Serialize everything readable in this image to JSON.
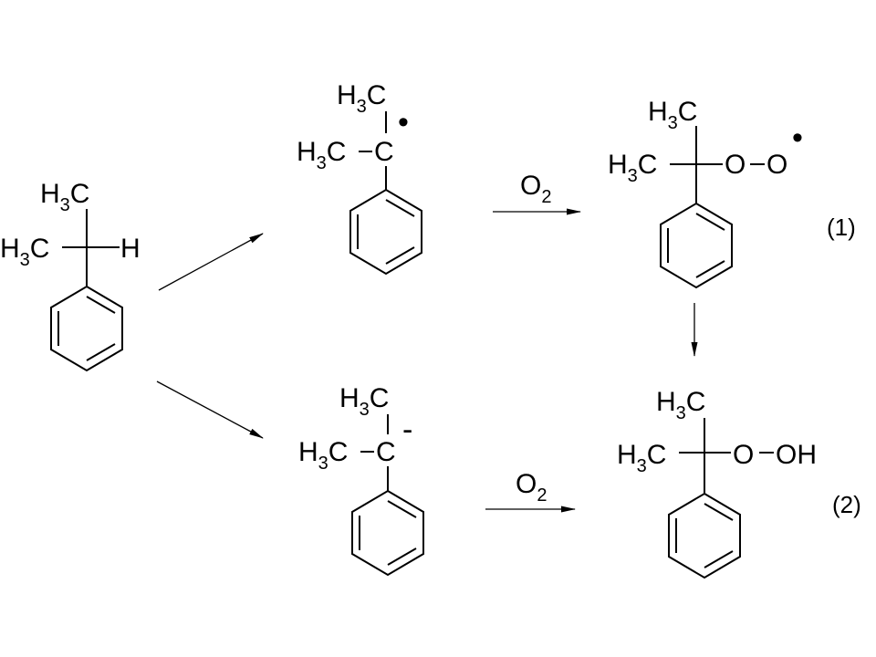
{
  "molecules": {
    "cumene": {
      "methyl_top": {
        "base": "H",
        "sub": "3",
        "tail": "C"
      },
      "methyl_left": {
        "base": "H",
        "sub": "3",
        "tail": "C"
      },
      "hydrogen": "H"
    },
    "radical": {
      "methyl_top": {
        "base": "H",
        "sub": "3",
        "tail": "C"
      },
      "methyl_left": {
        "base": "H",
        "sub": "3",
        "tail": "C"
      },
      "center": "C",
      "mark": "•"
    },
    "peroxy_radical": {
      "methyl_top": {
        "base": "H",
        "sub": "3",
        "tail": "C"
      },
      "methyl_left": {
        "base": "H",
        "sub": "3",
        "tail": "C"
      },
      "o1": "O",
      "o2": "O",
      "mark": "•"
    },
    "anion": {
      "methyl_top": {
        "base": "H",
        "sub": "3",
        "tail": "C"
      },
      "methyl_left": {
        "base": "H",
        "sub": "3",
        "tail": "C"
      },
      "center": "C",
      "charge": "-"
    },
    "hydroperoxide": {
      "methyl_top": {
        "base": "H",
        "sub": "3",
        "tail": "C"
      },
      "methyl_left": {
        "base": "H",
        "sub": "3",
        "tail": "C"
      },
      "o1": "O",
      "oh": "OH"
    }
  },
  "reagents": {
    "top": {
      "base": "O",
      "sub": "2"
    },
    "bottom": {
      "base": "O",
      "sub": "2"
    }
  },
  "equations": {
    "first": "(1)",
    "second": "(2)"
  }
}
